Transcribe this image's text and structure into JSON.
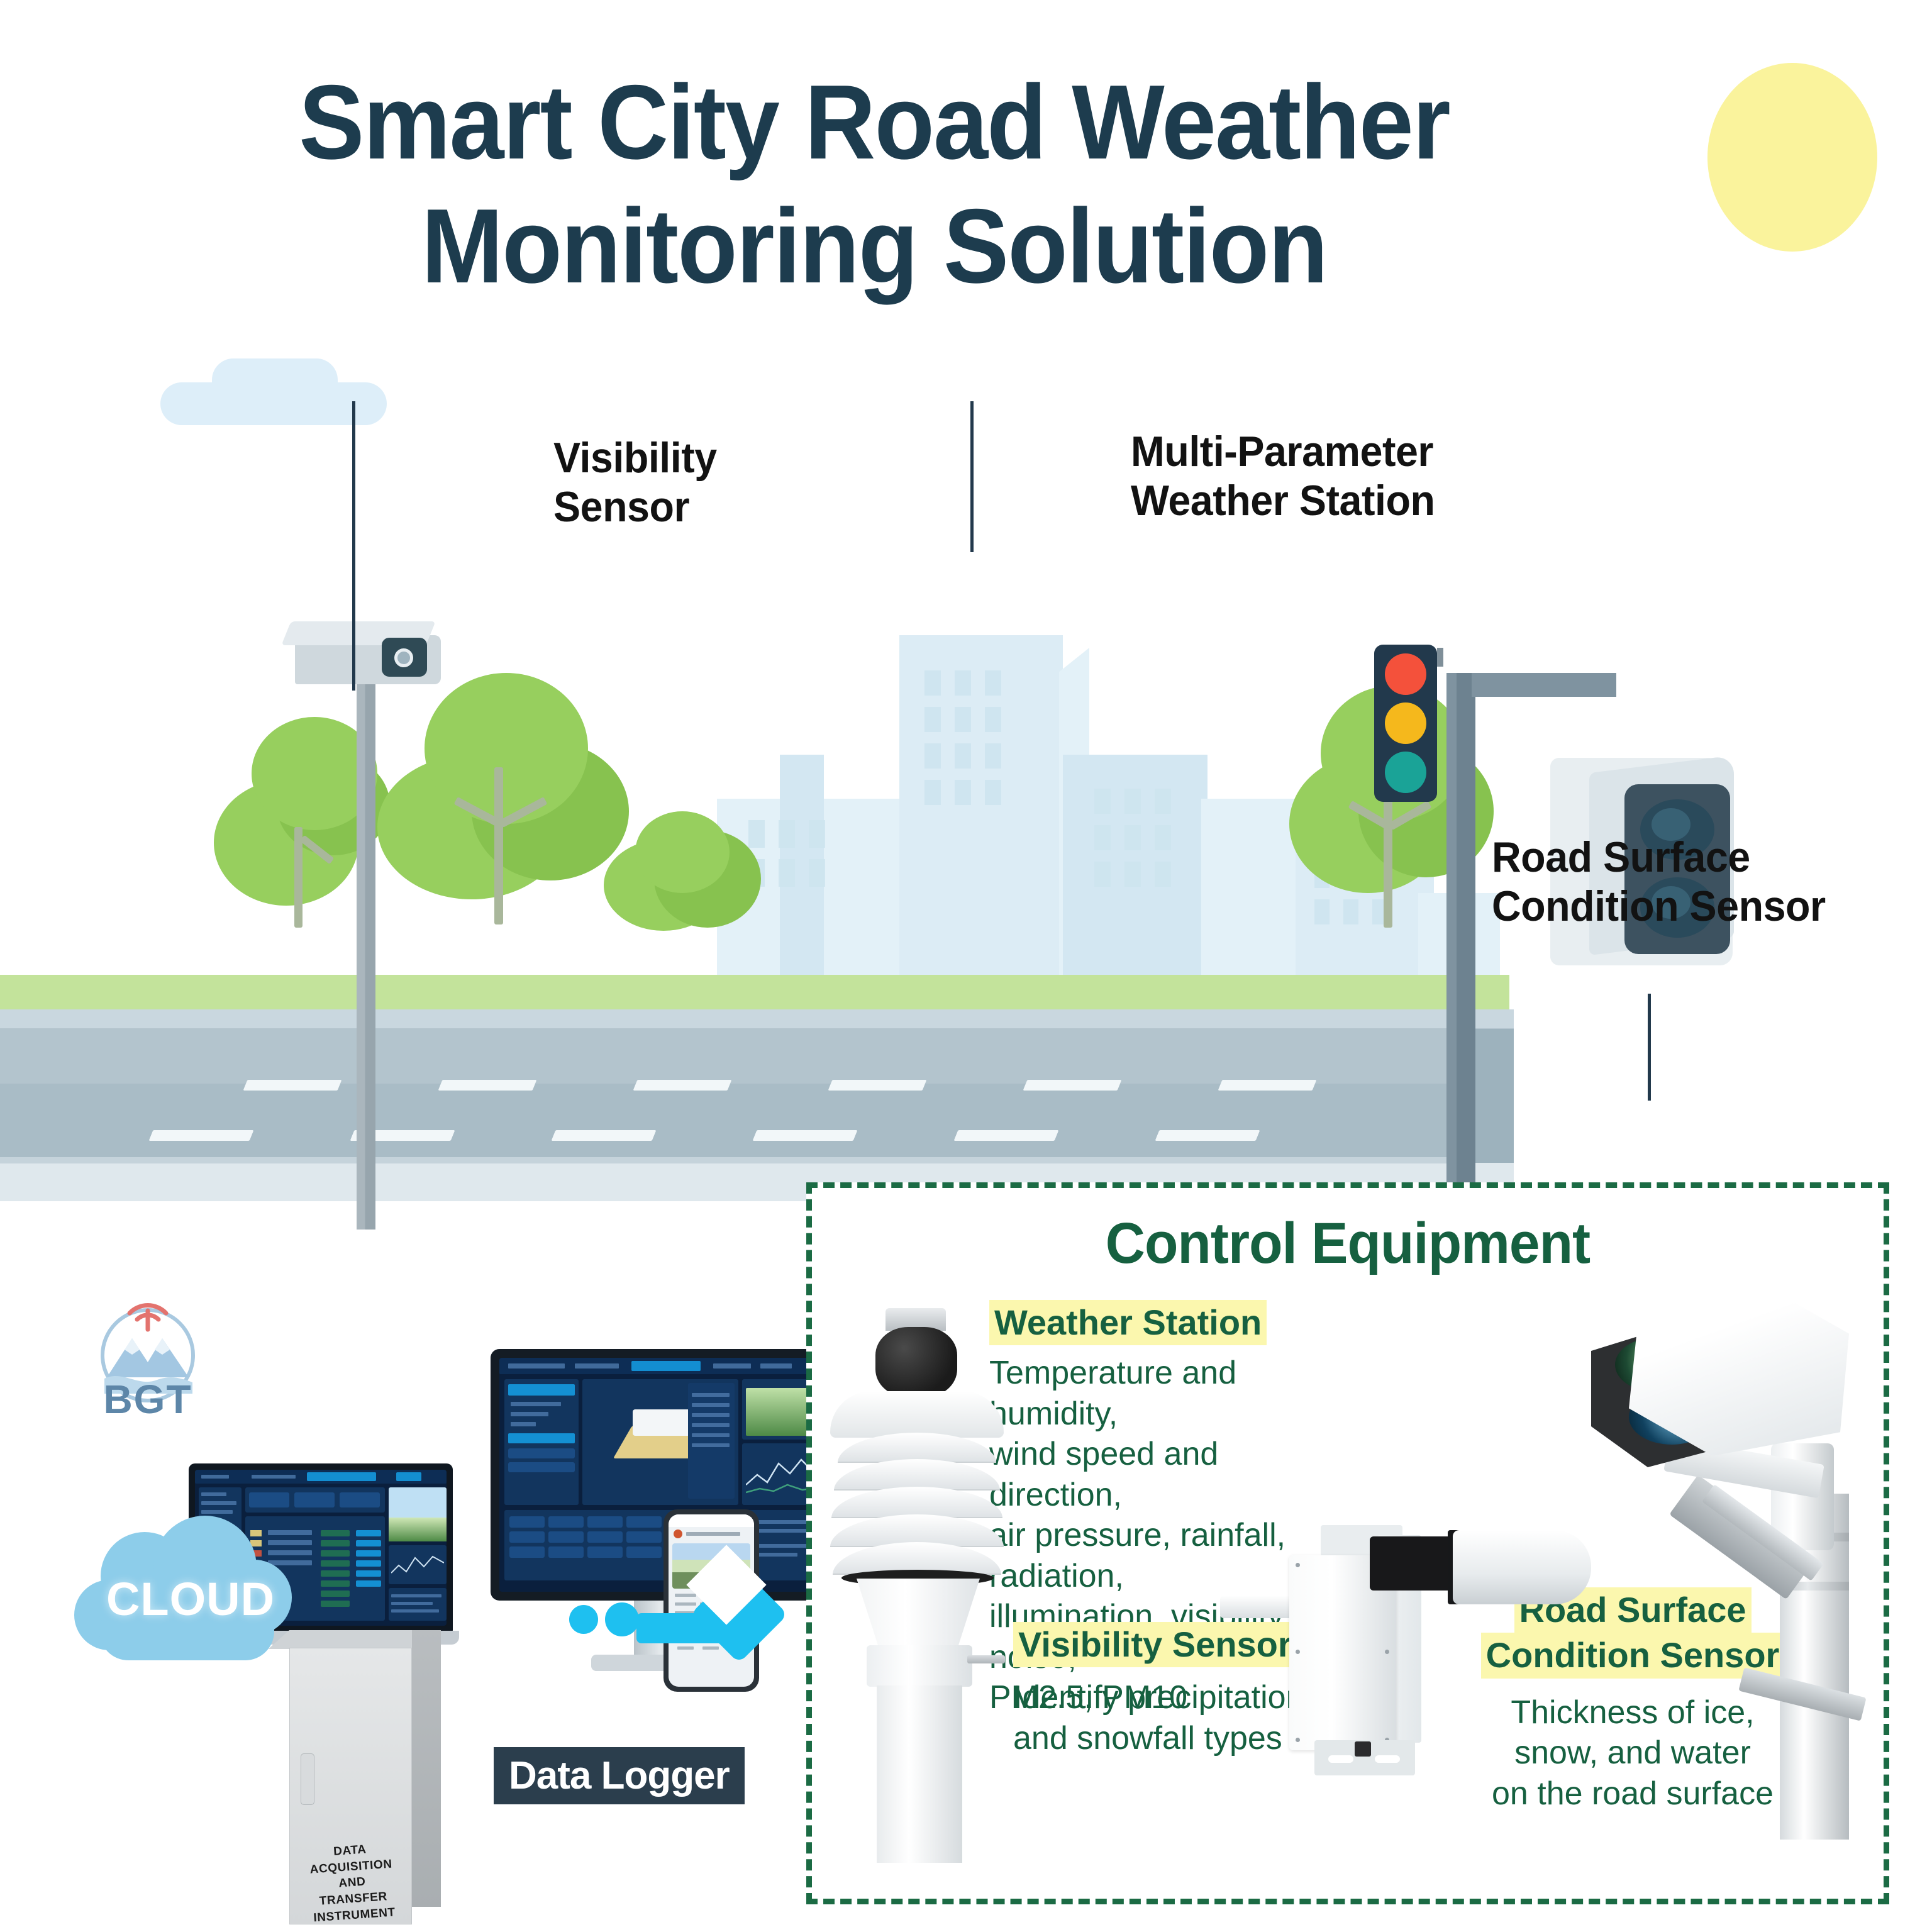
{
  "title": {
    "line1": "Smart City Road Weather",
    "line2": "Monitoring Solution"
  },
  "colors": {
    "title_navy": "#1d3c4e",
    "panel_green": "#166040",
    "highlight_yellow": "#fbf7ae",
    "arrow_cyan": "#1ec0f0",
    "sun_yellow": "#faf39c",
    "traffic_red": "#f4513b",
    "traffic_amber": "#f5b81c",
    "traffic_green": "#1aa397"
  },
  "scene_labels": {
    "visibility_sensor": "Visibility\nSensor",
    "visibility_sensor_l1": "Visibility",
    "visibility_sensor_l2": "Sensor",
    "weather_station_l1": "Multi-Parameter",
    "weather_station_l2": "Weather Station",
    "road_surface_l1": "Road Surface",
    "road_surface_l2": "Condition Sensor"
  },
  "brand": {
    "logo_name": "bgt-logo",
    "logo_text": "BGT"
  },
  "cloud": {
    "label": "CLOUD"
  },
  "data_logger": {
    "badge_label": "Data Logger",
    "cabinet_text_l1": "DATA ACQUISITION AND",
    "cabinet_text_l2": "TRANSFER INSTRUMENT"
  },
  "panel": {
    "title": "Control Equipment",
    "blocks": [
      {
        "id": "weather-station",
        "heading": "Weather Station",
        "lines": [
          "Temperature and humidity,",
          "wind speed and direction,",
          "air pressure, rainfall, radiation,",
          "illumination, visibility, noise,",
          "PM2.5, PM10"
        ]
      },
      {
        "id": "visibility-sensor",
        "heading": "Visibility Sensor",
        "lines": [
          "Identify precipitation",
          "and snowfall types"
        ]
      },
      {
        "id": "road-surface-condition-sensor",
        "heading_l1": "Road Surface",
        "heading_l2": "Condition Sensor",
        "lines": [
          "Thickness of ice,",
          "snow, and water",
          "on the road surface"
        ]
      }
    ]
  }
}
